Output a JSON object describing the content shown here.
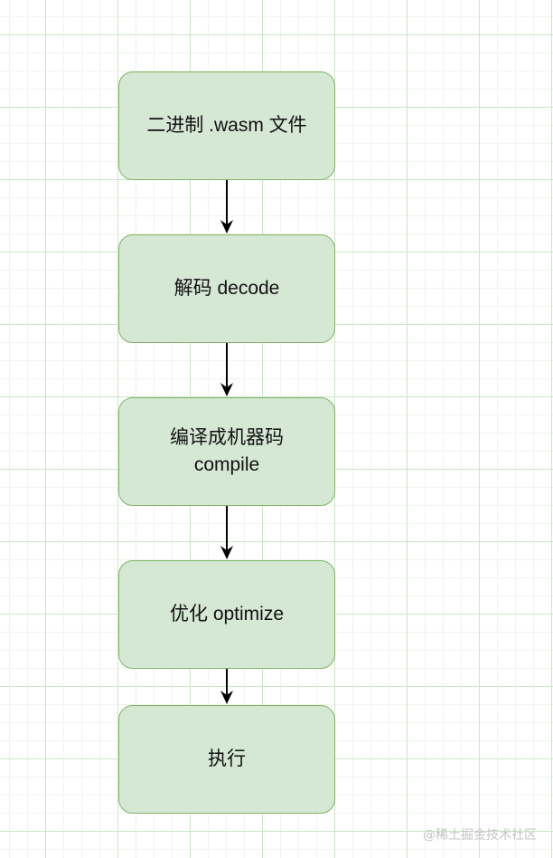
{
  "diagram": {
    "nodes": [
      {
        "id": "binary",
        "lines": [
          "二进制 .wasm 文件"
        ]
      },
      {
        "id": "decode",
        "lines": [
          "解码 decode"
        ]
      },
      {
        "id": "compile",
        "lines": [
          "编译成机器码",
          "compile"
        ]
      },
      {
        "id": "optimize",
        "lines": [
          "优化 optimize"
        ]
      },
      {
        "id": "execute",
        "lines": [
          "执行"
        ]
      }
    ],
    "edges": [
      {
        "from": "binary",
        "to": "decode"
      },
      {
        "from": "decode",
        "to": "compile"
      },
      {
        "from": "compile",
        "to": "optimize"
      },
      {
        "from": "optimize",
        "to": "execute"
      }
    ],
    "colors": {
      "fill": "#d5e8d4",
      "stroke": "#82b366",
      "arrow": "#000000"
    }
  },
  "watermark": "@稀土掘金技术社区"
}
